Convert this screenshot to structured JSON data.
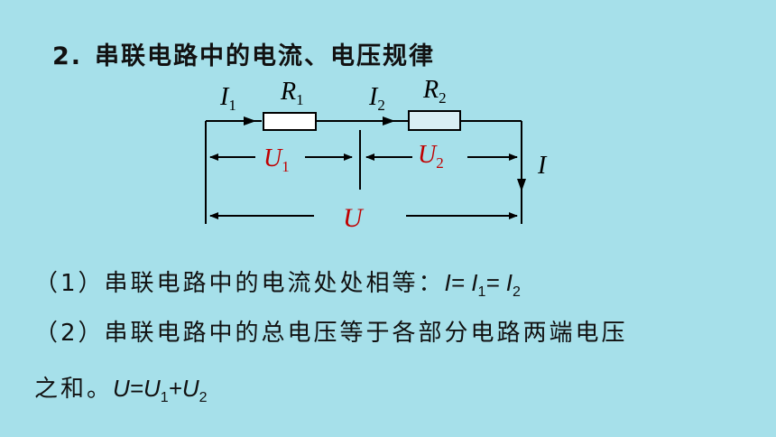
{
  "slide": {
    "title_number": "2.",
    "title_text": "串联电路中的电流、电压规律"
  },
  "circuit": {
    "I1": {
      "base": "I",
      "sub": "1"
    },
    "R1": {
      "base": "R",
      "sub": "1"
    },
    "I2": {
      "base": "I",
      "sub": "2"
    },
    "R2": {
      "base": "R",
      "sub": "2"
    },
    "U1": {
      "base": "U",
      "sub": "1"
    },
    "U2": {
      "base": "U",
      "sub": "2"
    },
    "I": "I",
    "U": "U",
    "colors": {
      "voltage": "#c00000",
      "wire": "#000000",
      "resistor_fill": "#ffffff",
      "resistor2_fill": "#d9eef4"
    }
  },
  "rules": {
    "rule1_prefix": "（1）串联电路中的电流处处相等：",
    "rule1_formula": {
      "a": "I",
      "eq1": "= ",
      "b": "I",
      "b_sub": "1",
      "eq2": "= ",
      "c": "I",
      "c_sub": "2"
    },
    "rule2_line1": "（2）串联电路中的总电压等于各部分电路两端电压",
    "rule2_line2_prefix": "之和。",
    "rule2_formula": {
      "a": "U",
      "eq": "=",
      "b": "U",
      "b_sub": "1",
      "plus": "+",
      "c": "U",
      "c_sub": "2"
    }
  }
}
